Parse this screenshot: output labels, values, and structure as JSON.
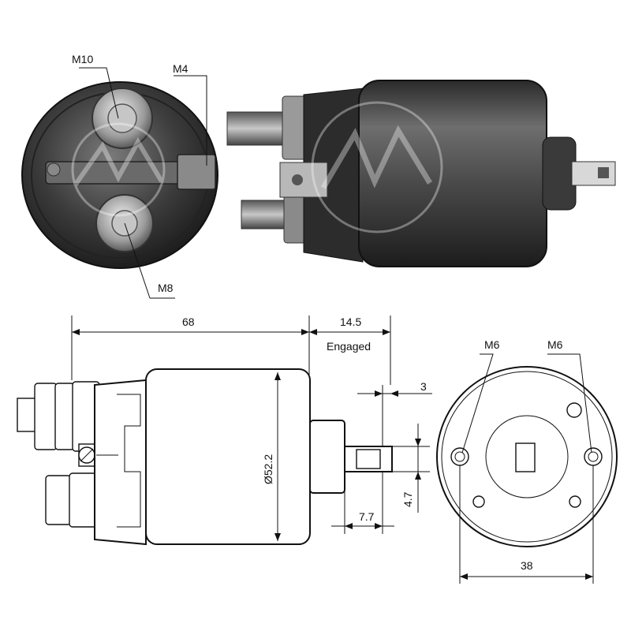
{
  "callouts": {
    "photo_end_m10": "M10",
    "photo_end_m4": "M4",
    "photo_end_m8": "M8",
    "front_m6_left": "M6",
    "front_m6_right": "M6"
  },
  "dimensions": {
    "body_length": "68",
    "plunger_travel": "14.5",
    "plunger_state": "Engaged",
    "tab_thickness": "3",
    "body_diameter": "Ø52.2",
    "tab_width": "4.7",
    "tab_length": "7.7",
    "mount_spacing": "38"
  },
  "colors": {
    "photo_dark": "#2f2f2f",
    "photo_mid": "#5a5a5a",
    "photo_light": "#9a9a9a",
    "line": "#111111"
  }
}
